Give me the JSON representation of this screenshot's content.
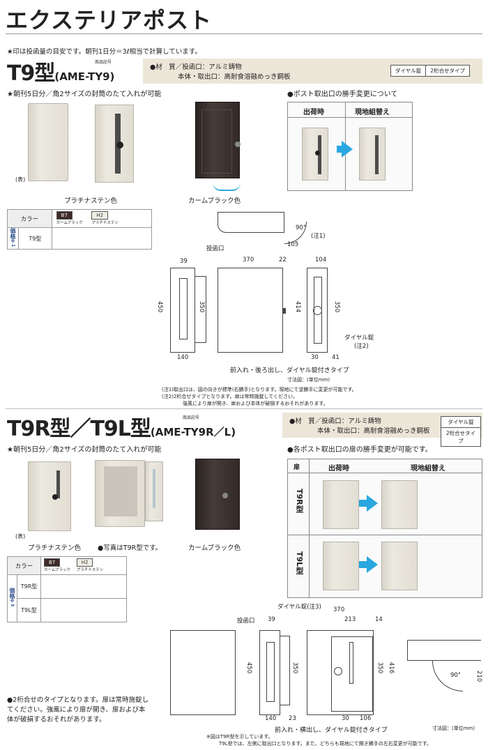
{
  "page": {
    "title": "エクステリアポスト",
    "note": "★印は投函量の目安です。朝刊1日分＝3ℓ相当で計算しています。"
  },
  "t9": {
    "model": "T9型",
    "code_label": "商品記号",
    "code": "(AME-TY9)",
    "spec_line1": "●材　質／投函口：アルミ鋳物",
    "spec_line2": "本体・取出口：高耐食溶融めっき鋼板",
    "badges": [
      "ダイヤル錠",
      "2桁合せタイプ"
    ],
    "capacity": "★朝刊5日分／角2サイズの封筒のたて入れが可能",
    "front_label": "(表)",
    "color_platinum": "プラチナステン色",
    "color_black": "カームブラック色",
    "hinge_title": "●ポスト取出口の勝手変更について",
    "hinge_col1": "出荷時",
    "hinge_col2": "現地組替え",
    "color_table": {
      "header": "カラー",
      "chips": [
        {
          "code": "B7",
          "name": "カームブラック"
        },
        {
          "code": "H2",
          "name": "プラチナステン"
        }
      ],
      "price_label": "価格",
      "price_mark": "※1",
      "rows": [
        "T9型"
      ]
    },
    "dims": {
      "top_90": "90°",
      "top_105": "105",
      "top_note": "(注1)",
      "slot_label": "投函口",
      "d39": "39",
      "d370": "370",
      "d22": "22",
      "d104": "104",
      "d450": "450",
      "d350a": "350",
      "d414": "414",
      "d350b": "350",
      "d140": "140",
      "d30": "30",
      "d41": "41",
      "lock_label": "ダイヤル錠",
      "lock_note": "(注2)",
      "caption": "前入れ・後ろ出し、ダイヤル錠付きタイプ",
      "unit": "寸法図：(単位mm)"
    },
    "notes": [
      "(注1)取出口は、図の向きが標準(右勝手)となります。現地にて逆勝手に変更が可能です。",
      "(注2)2桁合せタイプとなります。扉は常時施錠してください。",
      "強風により扉が開き、扉および本体が破損するおそれがあります。"
    ]
  },
  "t9rl": {
    "model": "T9R型／T9L型",
    "code_label": "商品記号",
    "code": "(AME-TY9R／L)",
    "spec_line1": "●材　質／投函口：アルミ鋳物",
    "spec_line2": "本体・取出口：高耐食溶融めっき鋼板",
    "badges": [
      "ダイヤル錠",
      "2桁合せタイプ"
    ],
    "capacity": "★朝刊5日分／角2サイズの封筒のたて入れが可能",
    "front_label": "(表)",
    "color_platinum": "プラチナステン色",
    "photo_note": "●写真はT9R型です。",
    "color_black": "カームブラック色",
    "hinge_title": "●各ポスト取出口の扉の勝手変更が可能です。",
    "hinge_head": [
      "扉",
      "出荷時",
      "現地組替え"
    ],
    "hinge_rows": [
      "T9R型",
      "T9L型"
    ],
    "color_table": {
      "header": "カラー",
      "chips": [
        {
          "code": "B7",
          "name": "カームブラック"
        },
        {
          "code": "H2",
          "name": "プラチナステン"
        }
      ],
      "price_label": "価格",
      "price_mark": "※3",
      "rows": [
        "T9R型",
        "T9L型"
      ]
    },
    "dims": {
      "lock_label": "ダイヤル錠(注3)",
      "slot_label": "投函口",
      "d39": "39",
      "d370": "370",
      "d213": "213",
      "d14": "14",
      "d450": "450",
      "d350a": "350",
      "d350b": "350",
      "d416": "416",
      "d90": "90°",
      "d210": "210",
      "d140": "140",
      "d23": "23",
      "d30": "30",
      "d106": "106",
      "caption": "前入れ・横出し、ダイヤル錠付きタイプ",
      "unit": "寸法図：(単位mm)"
    },
    "bullet": "●2桁合せのタイプとなります。扉は常時施錠してください。強風により扉が開き、扉および本体が破損するおそれがあります。",
    "footer1": "※図はT9R型を示しています。",
    "footer2": "T9L型では、左側に取出口となります。また、どちらも現地にて開き勝手の左右変更が可能です。"
  }
}
